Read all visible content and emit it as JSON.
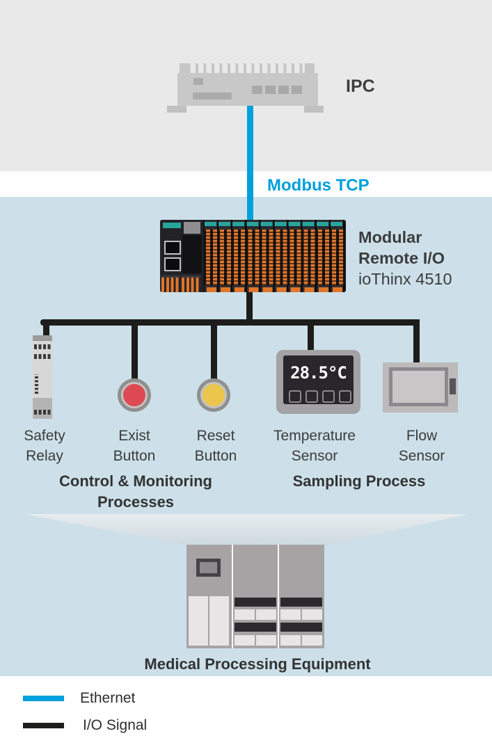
{
  "colors": {
    "ethernet": "#00a0dc",
    "io_signal": "#1d1d1b",
    "top_section_bg": "#e9e9e9",
    "main_section_bg": "#cde0e9",
    "exist_button": "#dd4a53",
    "reset_button": "#ebc64d",
    "module_teal": "#27a69e",
    "module_orange": "#e0762b"
  },
  "ipc": {
    "label": "IPC"
  },
  "connection": {
    "protocol": "Modbus TCP"
  },
  "remote_io": {
    "title_line1": "Modular",
    "title_line2": "Remote I/O",
    "model": "ioThinx 4510"
  },
  "devices": {
    "safety_relay": {
      "line1": "Safety",
      "line2": "Relay"
    },
    "exist_button": {
      "line1": "Exist",
      "line2": "Button"
    },
    "reset_button": {
      "line1": "Reset",
      "line2": "Button"
    },
    "temperature_sensor": {
      "line1": "Temperature",
      "line2": "Sensor",
      "reading": "28.5°C"
    },
    "flow_sensor": {
      "line1": "Flow",
      "line2": "Sensor"
    }
  },
  "process_groups": {
    "control_monitoring": {
      "line1": "Control & Monitoring",
      "line2": "Processes"
    },
    "sampling": {
      "line1": "Sampling Process"
    }
  },
  "equipment": {
    "label": "Medical Processing Equipment"
  },
  "legend": {
    "ethernet": "Ethernet",
    "io_signal": "I/O Signal"
  }
}
